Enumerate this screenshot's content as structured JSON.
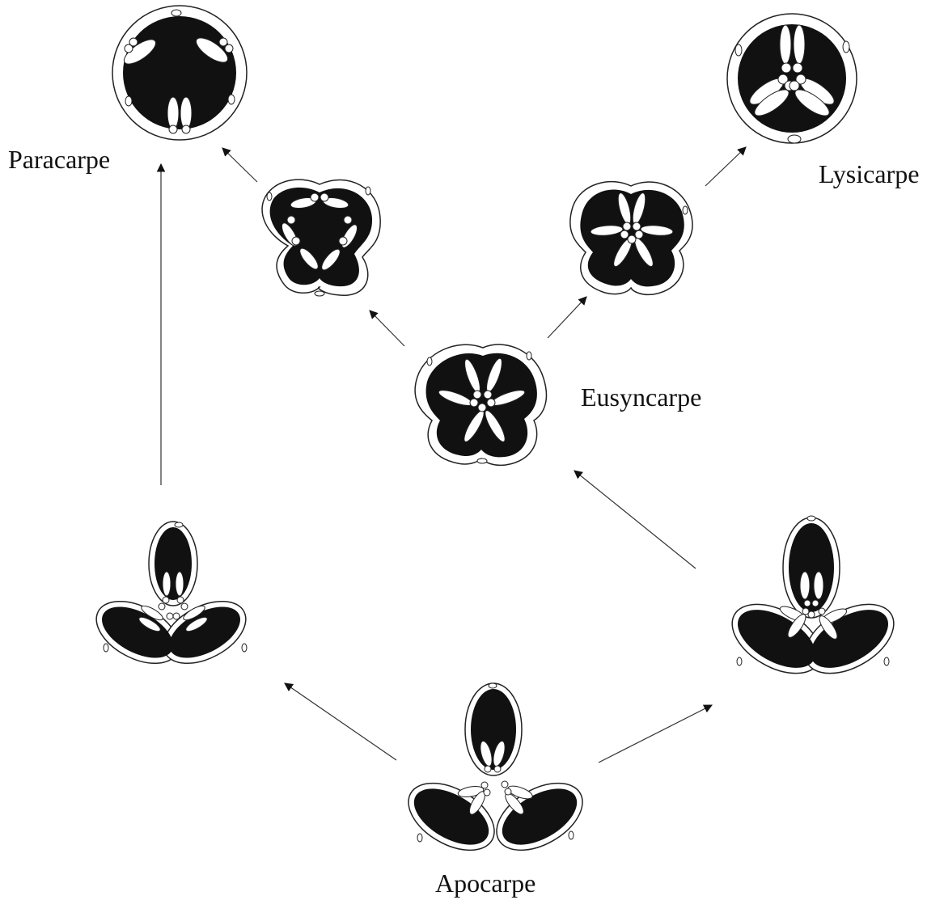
{
  "labels": {
    "paracarpe": "Paracarpe",
    "lysicarpe": "Lysicarpe",
    "eusyncarpe": "Eusyncarpe",
    "apocarpe": "Apocarpe"
  },
  "colors": {
    "locule": "#111111",
    "ovule": "#ffffff",
    "outline": "#222222",
    "arrow": "#333333"
  },
  "diagram": {
    "type": "evolutionary-series",
    "nodes": [
      "Apocarpe",
      "intermediate-left",
      "intermediate-right",
      "Eusyncarpe",
      "syncarpous-left",
      "syncarpous-right",
      "Paracarpe",
      "Lysicarpe"
    ],
    "edges": [
      [
        "Apocarpe",
        "intermediate-left"
      ],
      [
        "Apocarpe",
        "intermediate-right"
      ],
      [
        "intermediate-right",
        "Eusyncarpe"
      ],
      [
        "intermediate-left",
        "Paracarpe"
      ],
      [
        "Eusyncarpe",
        "syncarpous-left"
      ],
      [
        "Eusyncarpe",
        "syncarpous-right"
      ],
      [
        "syncarpous-left",
        "Paracarpe"
      ],
      [
        "syncarpous-right",
        "Lysicarpe"
      ]
    ]
  }
}
